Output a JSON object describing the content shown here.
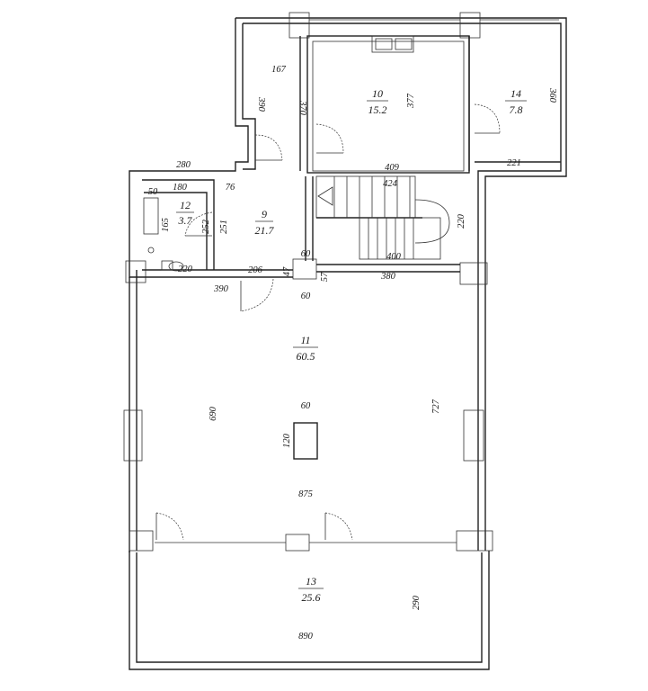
{
  "rooms": [
    {
      "id": "r9",
      "number": "9",
      "area": "21.7"
    },
    {
      "id": "r10",
      "number": "10",
      "area": "15.2"
    },
    {
      "id": "r11",
      "number": "11",
      "area": "60.5"
    },
    {
      "id": "r12",
      "number": "12",
      "area": "3.7"
    },
    {
      "id": "r13",
      "number": "13",
      "area": "25.6"
    },
    {
      "id": "r14",
      "number": "14",
      "area": "7.8"
    }
  ],
  "dimensions": {
    "d167": "167",
    "d390a": "390",
    "d370": "370",
    "d377": "377",
    "d360": "360",
    "d409": "409",
    "d221": "221",
    "d280": "280",
    "d424": "424",
    "d180": "180",
    "d50": "50",
    "d76": "76",
    "d165": "165",
    "d252": "252",
    "d251": "251",
    "d220a": "220",
    "d220b": "220",
    "d400": "400",
    "d60a": "60",
    "d57": "57",
    "d47": "47",
    "d206": "206",
    "d380": "380",
    "d390b": "390",
    "d60b": "60",
    "d690": "690",
    "d727": "727",
    "d60c": "60",
    "d120": "120",
    "d875": "875",
    "d290": "290",
    "d890": "890"
  }
}
